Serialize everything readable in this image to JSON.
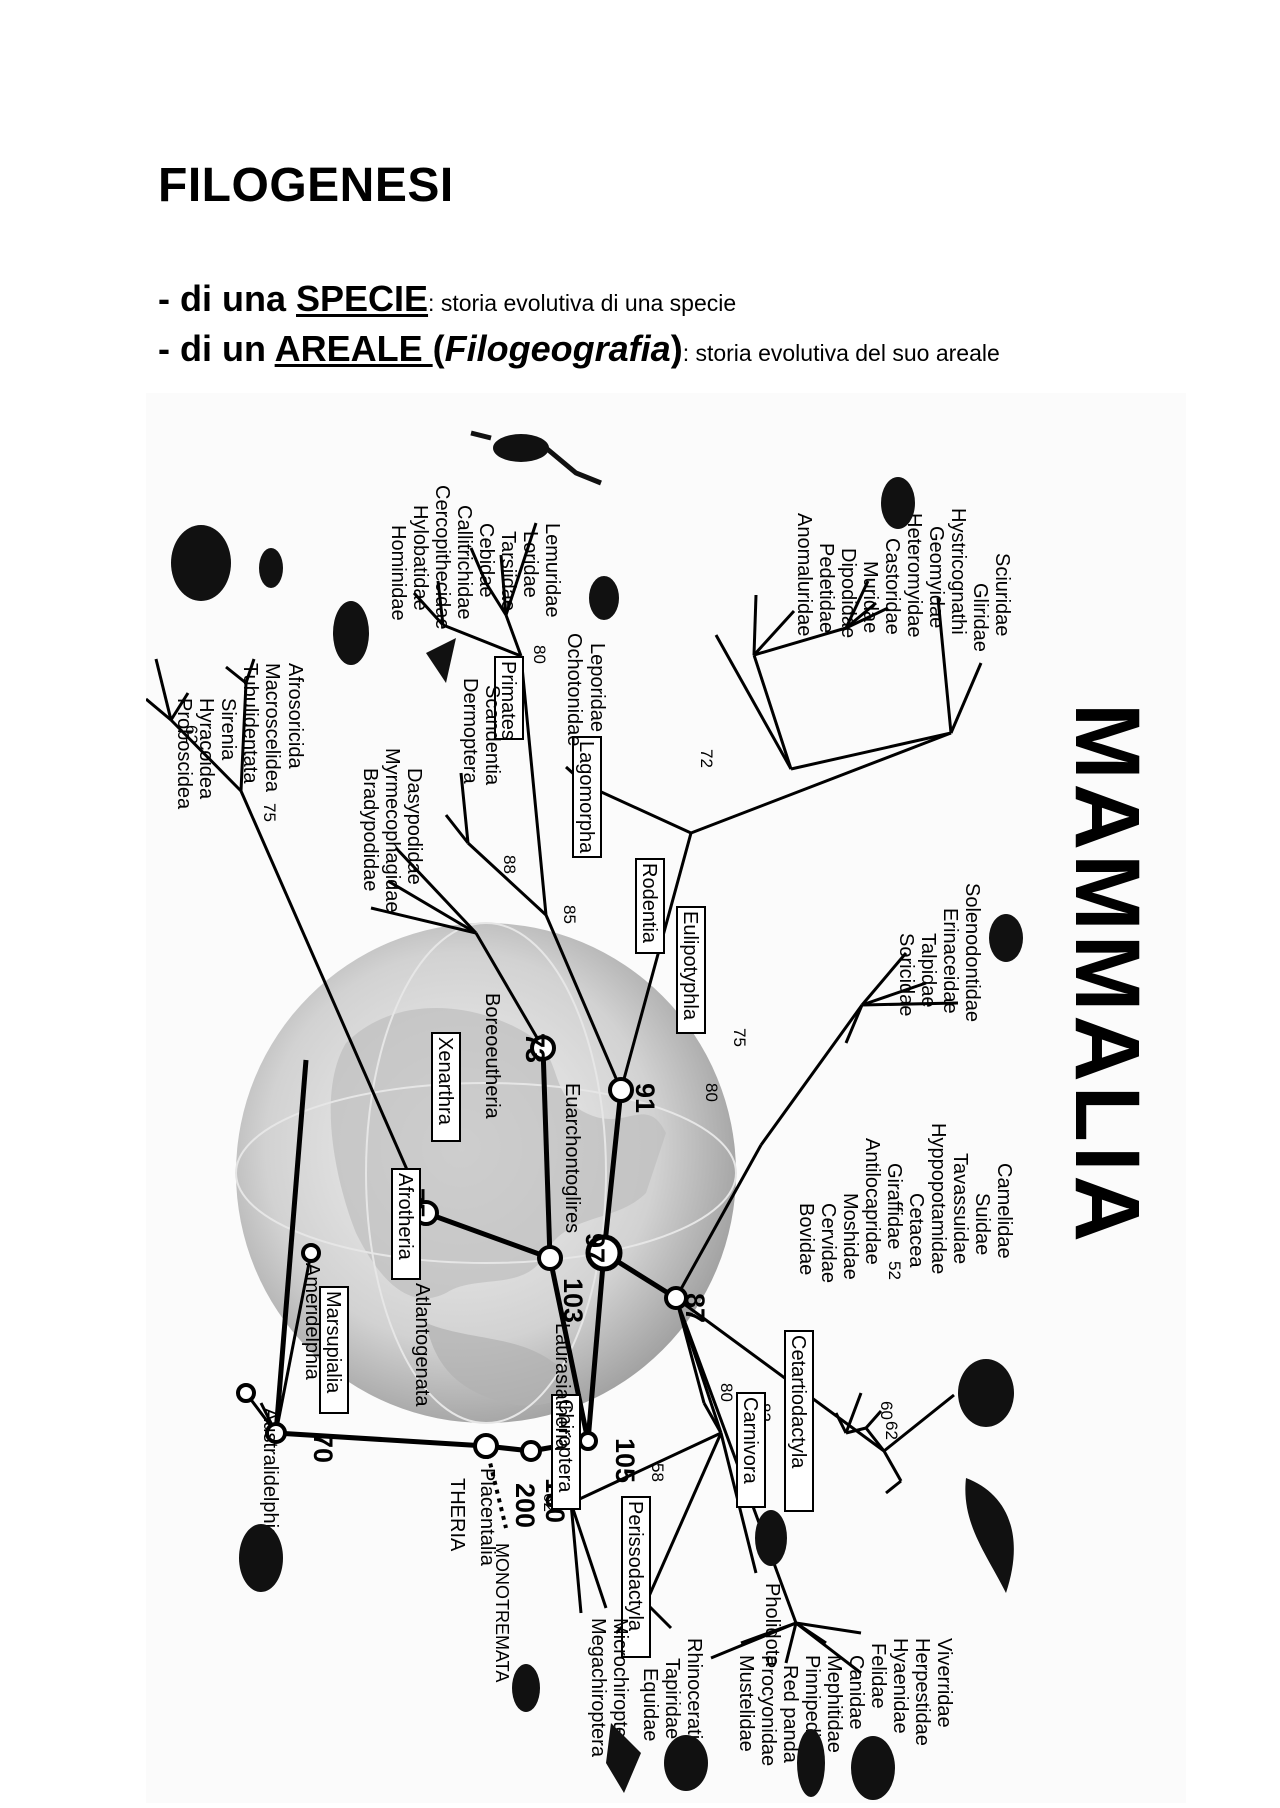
{
  "title": "FILOGENESI",
  "lines": [
    {
      "prefix": "- di una ",
      "term": "SPECIE",
      "italic_term": "",
      "suffix_bold": "",
      "description": ": storia evolutiva di una specie"
    },
    {
      "prefix": "- di un ",
      "term": "AREALE ",
      "italic_open": "(",
      "italic_term": "Filogeografia",
      "italic_close": ")",
      "description": ": storia evolutiva del suo areale"
    }
  ],
  "figure": {
    "heading": "MAMMALIA",
    "leaves": {
      "afrotheria": [
        "Afrosoricida",
        "Macroscelidea",
        "Tubulidentata",
        "Sirenia",
        "Hyracoidea",
        "Proboscidea"
      ],
      "xenarthra": [
        "Dasypodidae",
        "Myrmecophagidae",
        "Bradypodidae"
      ],
      "primates": [
        "Lemuridae",
        "Loridae",
        "Tarsiidae",
        "Cebidae",
        "Callitrichidae",
        "Cercopithecidae",
        "Hylobatidae",
        "Hominidae"
      ],
      "euarchonta_other": [
        "Dermoptera",
        "Scandentia"
      ],
      "lagomorpha": [
        "Leporidae",
        "Ochotonidae"
      ],
      "rodentia": [
        "Sciuridae",
        "Gliridae",
        "Hystricognathi",
        "Geomyidae",
        "Heteromyidae",
        "Castoridae",
        "Muridae",
        "Dipodidae",
        "Pedetidae",
        "Anomaluridae"
      ],
      "eulipotyphla": [
        "Solenodontidae",
        "Erinaceidae",
        "Talpidae",
        "Soricidae"
      ],
      "cetartiodactyla": [
        "Camelidae",
        "Suidae",
        "Tavassuidae",
        "Hyppopotamidae",
        "Cetacea",
        "Giraffidae",
        "Antilocapridae",
        "Moshidae",
        "Cervidae",
        "Bovidae"
      ],
      "carnivora": [
        "Viverridae",
        "Herpestidae",
        "Hyaenidae",
        "Felidae",
        "Canidae",
        "Mephitidae",
        "Pinnipedia",
        "Red panda",
        "Procyonidae",
        "Mustelidae"
      ],
      "pholidota": [
        "Pholidota"
      ],
      "perissodactyla": [
        "Rhinoceratidae",
        "Tapiridae",
        "Equidae"
      ],
      "chiroptera": [
        "Microchiroptera",
        "Megachiroptera"
      ],
      "ameridelphia": [
        "Ameridelphia"
      ],
      "australidelphia": [
        "Australidelphia"
      ],
      "monotremata": [
        "MONOTREMATA"
      ]
    },
    "boxed_orders": [
      "Primates",
      "Lagomorpha",
      "Rodentia",
      "Eulipotyphla",
      "Xenarthra",
      "Afrotheria",
      "Marsupialia",
      "Cetartiodactyla",
      "Carnivora",
      "Perissodactyla",
      "Chiroptera"
    ],
    "clade_labels": [
      "Boreoeutheria",
      "Euarchontoglires",
      "Atlantogenata",
      "Laurasiatheria",
      "Placentalia",
      "THERIA"
    ],
    "node_ages": {
      "theria": "130",
      "monotremata": "200",
      "placentalia": "105",
      "atlantogenata": "103",
      "boreoeutheria": "97",
      "euarchontoglires": "91",
      "laurasiatheria": "87",
      "afrotheria": "75",
      "xenarthra": "73",
      "marsupialia": "70"
    },
    "small_ages": {
      "proboscidea": "62",
      "afrotheria_sub": "75",
      "primates": "80",
      "dermoptera": "88",
      "glires": "85",
      "rodentia": "72",
      "rodentia_root": "75",
      "eulipotyphla": "80",
      "soricidae": "75",
      "laura1": "80",
      "laura2": "82",
      "perissodactyla": "58",
      "chiroptera": "62",
      "carnivora": "58",
      "cetart1": "60",
      "cetart2": "62",
      "cetart3": "52"
    }
  }
}
